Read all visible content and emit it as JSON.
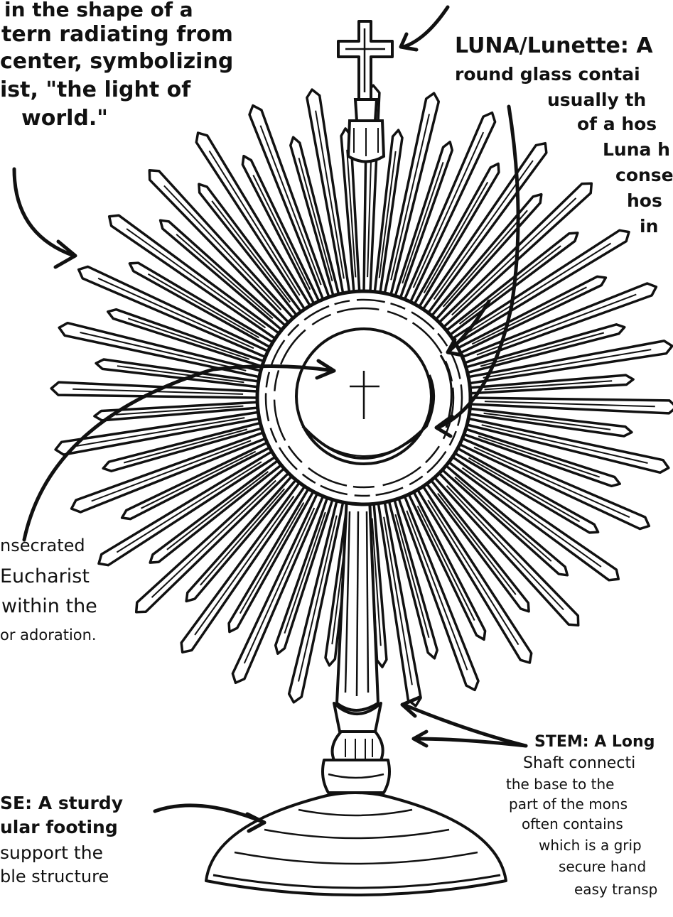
{
  "rays_label": {
    "lines": [
      "in the shape of a",
      "tern radiating from",
      "center, symbolizing",
      "ist, \"the light of",
      "world.\""
    ]
  },
  "luna_label": {
    "lines": [
      "LUNA/Lunette: A",
      "round glass contai",
      "usually th",
      "of a hos",
      "Luna h",
      "conse",
      "hos",
      "in"
    ]
  },
  "host_label": {
    "lines": [
      "nsecrated",
      "Eucharist",
      "within the",
      "or adoration."
    ]
  },
  "stem_label": {
    "lines": [
      "STEM: A Long",
      "Shaft connecti",
      "the base to the",
      "part of the mons",
      "often contains",
      "which is a grip",
      "secure hand",
      "easy transp"
    ]
  },
  "base_label": {
    "lines": [
      "SE: A sturdy",
      "ular footing",
      "support the",
      "ble structure"
    ]
  },
  "colors": {
    "ink": "#111111",
    "paper": "#ffffff"
  },
  "icons": [
    "cross-icon"
  ]
}
